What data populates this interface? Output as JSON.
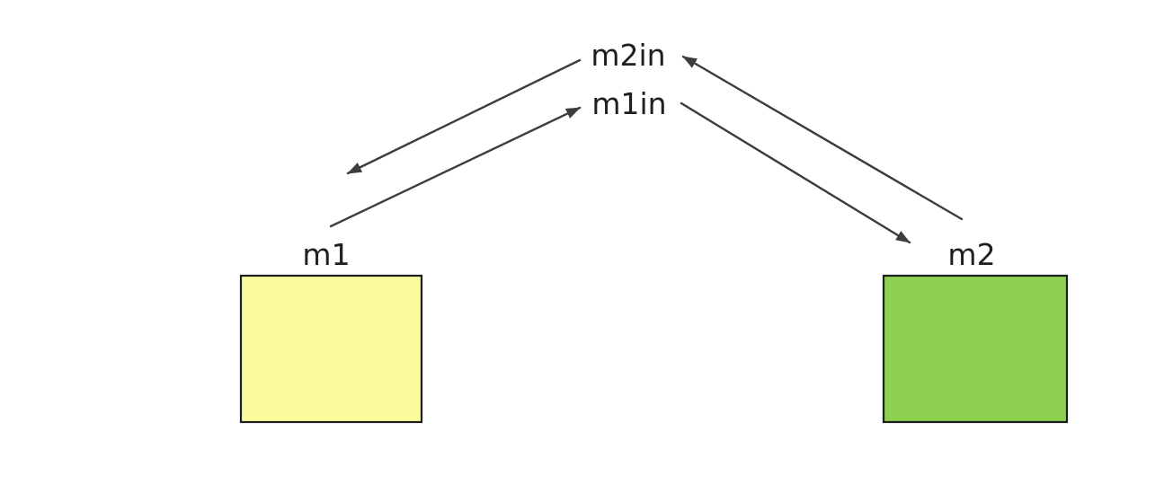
{
  "diagram": {
    "colors": {
      "background": "#ffffff",
      "line": "#3d3d3d",
      "text": "#1f1f1f"
    },
    "nodes": {
      "m1": {
        "label": "m1",
        "fill": "#fafc9b",
        "border": "#1e1e1e"
      },
      "m2": {
        "label": "m2",
        "fill": "#8ed04f",
        "border": "#1e1e1e"
      }
    },
    "ports": {
      "m2in": {
        "label": "m2in"
      },
      "m1in": {
        "label": "m1in"
      }
    },
    "edges": [
      {
        "from": "m2in",
        "to": "m1",
        "arrowhead_at": "m1"
      },
      {
        "from": "m1",
        "to": "m1in",
        "arrowhead_at": "m1in"
      },
      {
        "from": "m2",
        "to": "m2in",
        "arrowhead_at": "m2in"
      },
      {
        "from": "m1in",
        "to": "m2",
        "arrowhead_at": "m2"
      }
    ]
  }
}
